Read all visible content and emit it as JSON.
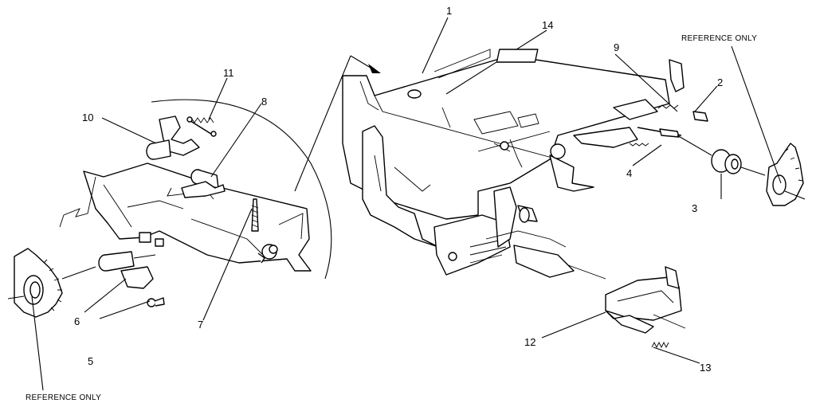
{
  "references": {
    "top_right": "REFERENCE ONLY",
    "bottom_left": "REFERENCE ONLY"
  },
  "callouts": [
    "1",
    "2",
    "3",
    "4",
    "5",
    "6",
    "7",
    "8",
    "9",
    "10",
    "11",
    "12",
    "13",
    "14"
  ]
}
